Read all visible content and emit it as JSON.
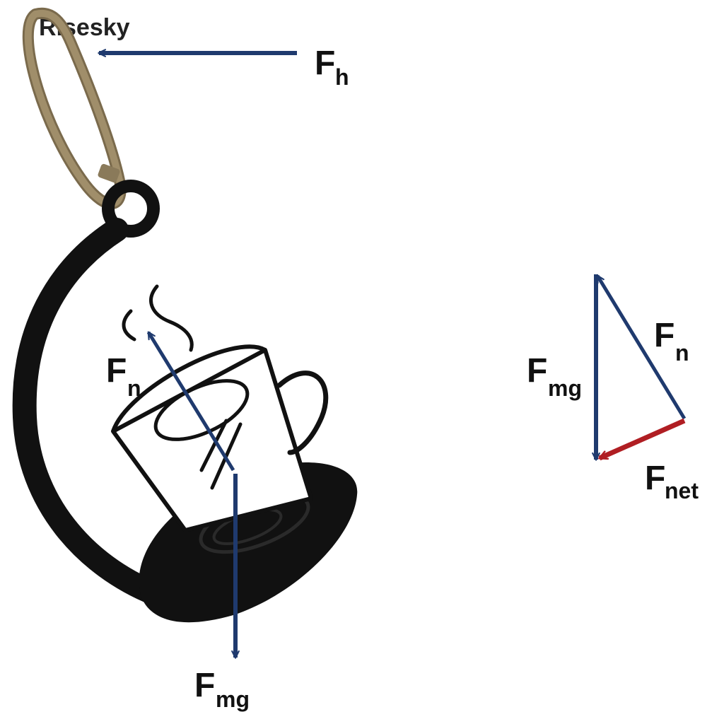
{
  "watermark": "Risesky",
  "labels": {
    "fh": {
      "main": "F",
      "sub": "h"
    },
    "fn_left": {
      "main": "F",
      "sub": "n"
    },
    "fmg_bottom": {
      "main": "F",
      "sub": "mg"
    },
    "fmg_right": {
      "main": "F",
      "sub": "mg"
    },
    "fn_right": {
      "main": "F",
      "sub": "n"
    },
    "fnet": {
      "main": "F",
      "sub": "net"
    }
  },
  "colors": {
    "force_arrow": "#1f3a6e",
    "net_arrow": "#b01e23",
    "holder": "#111111",
    "strap": "#a08e6a"
  },
  "icons": [
    "mug-icon",
    "steam-icon",
    "holder-icon",
    "strap-icon"
  ]
}
